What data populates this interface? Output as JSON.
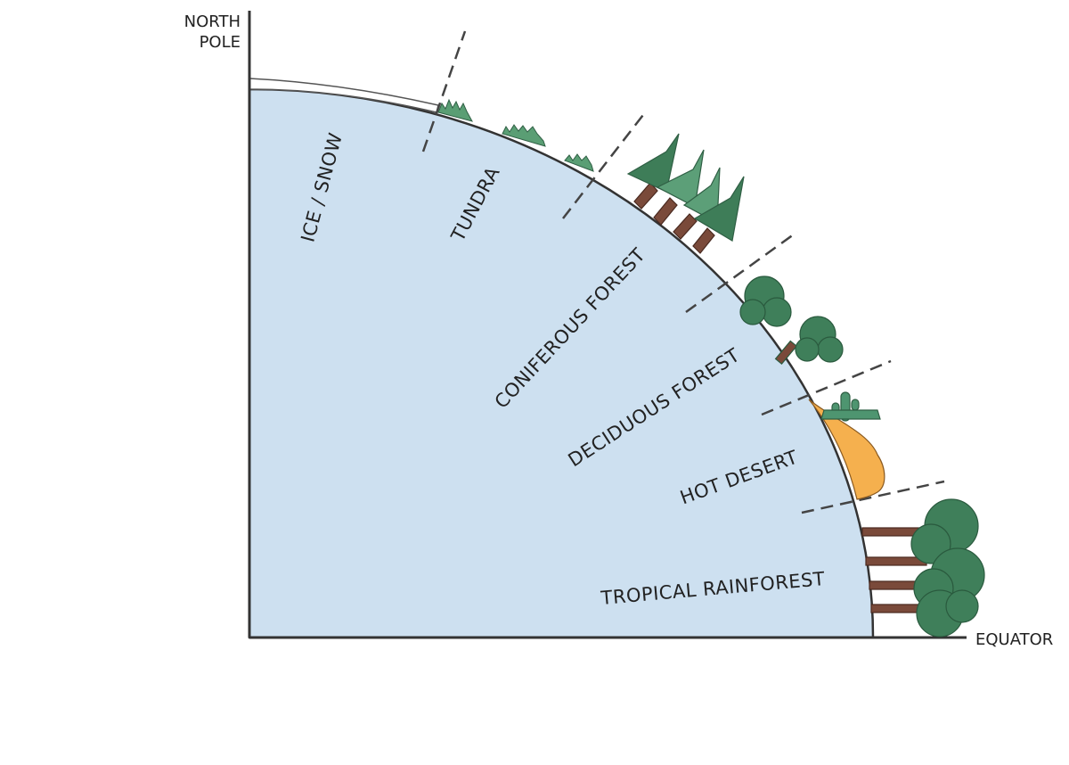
{
  "axes": {
    "north_pole_line1": "NORTH",
    "north_pole_line2": "POLE",
    "equator": "EQUATOR"
  },
  "biomes": {
    "ice_snow": "ICE / SNOW",
    "tundra": "TUNDRA",
    "coniferous": "CONIFEROUS FOREST",
    "deciduous": "DECIDUOUS FOREST",
    "hot_desert": "HOT DESERT",
    "rainforest": "TROPICAL RAINFOREST"
  },
  "colors": {
    "earth_fill": "#cde0f0",
    "outline": "#333333",
    "snow": "#ffffff",
    "grass": "#5a9e74",
    "conifer_dark": "#3e7d58",
    "conifer_light": "#5c9f78",
    "deciduous": "#3f7f5a",
    "trunk": "#7a4a3a",
    "sand": "#f5b04e",
    "cactus": "#4e9570"
  }
}
